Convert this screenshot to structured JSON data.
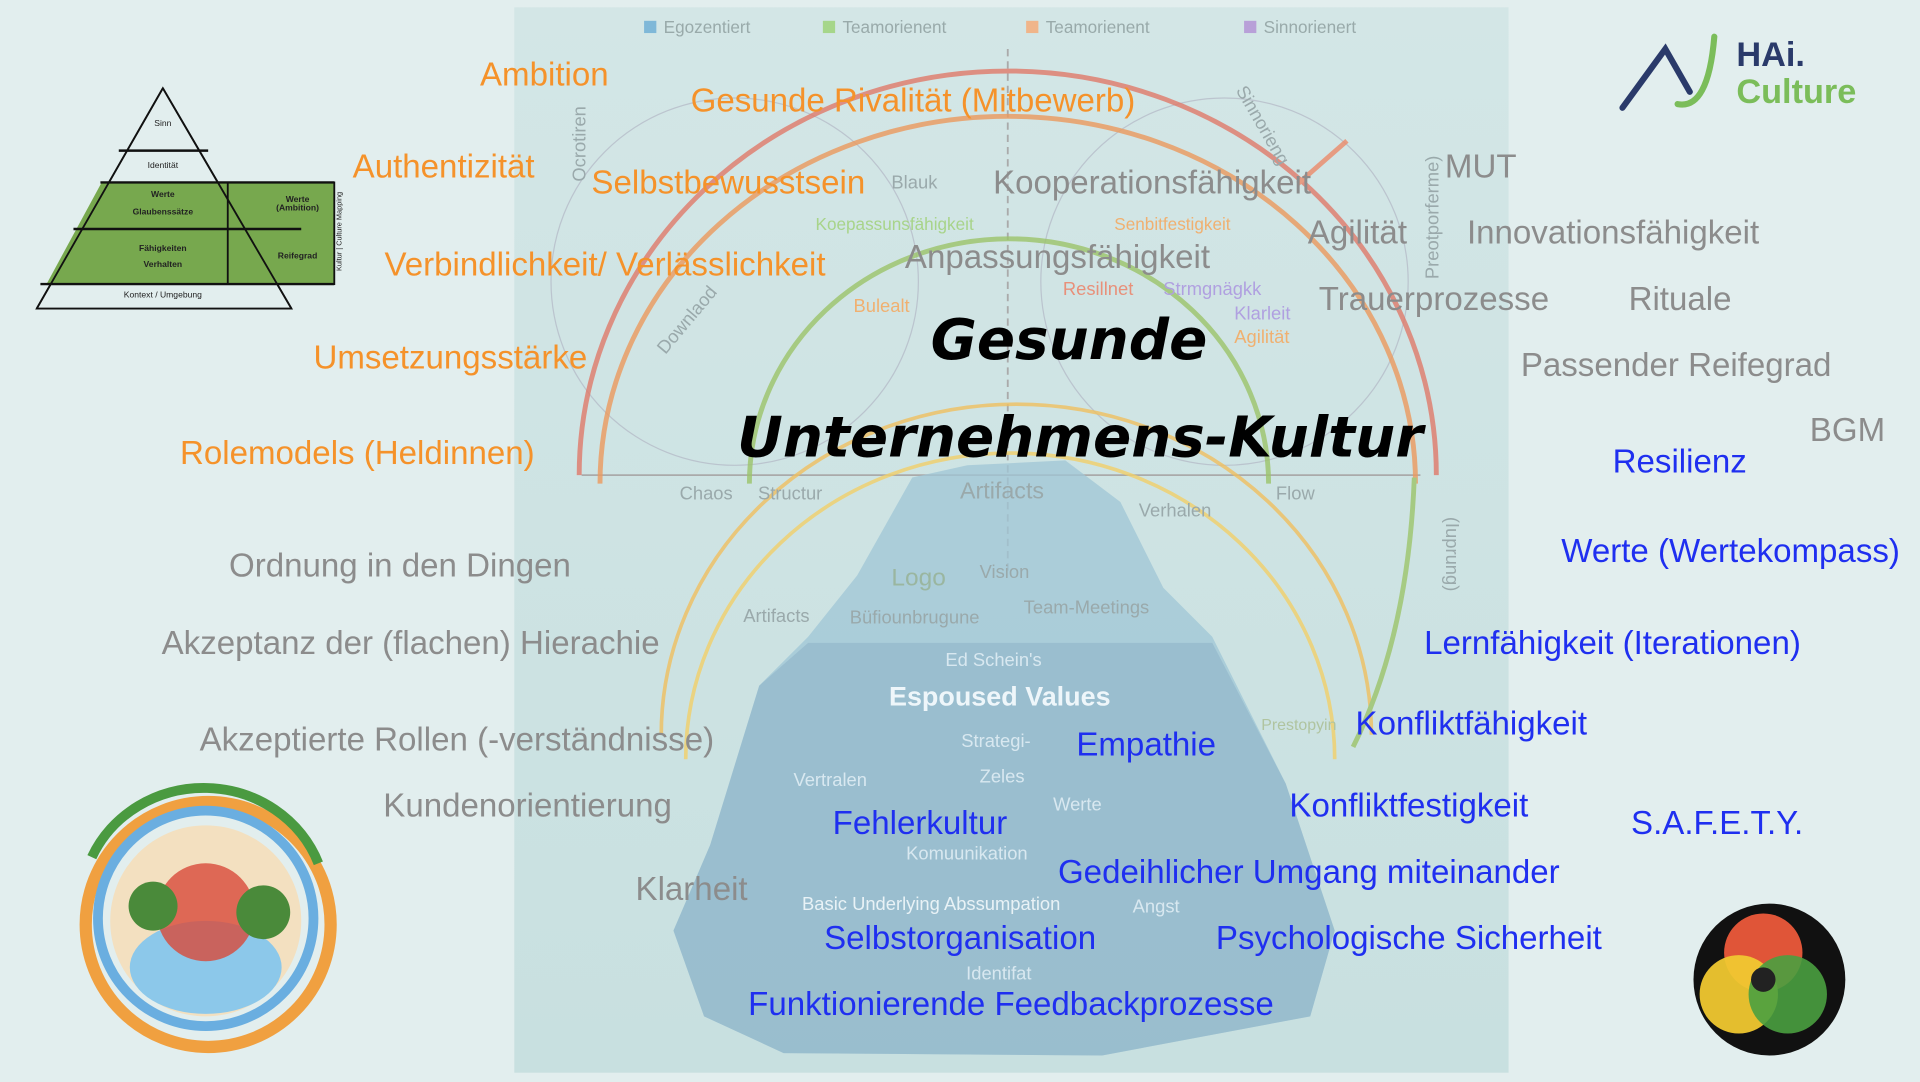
{
  "title": {
    "line1": "Gesunde",
    "line2": "Unternehmens-Kultur"
  },
  "logo": {
    "line1": "HAi.",
    "line2": "Culture"
  },
  "legend": [
    "Egozentiert",
    "Teamorienent",
    "Teamorienent",
    "Sinnorienert"
  ],
  "pyramid": {
    "levels": [
      "Sinn",
      "Identität",
      "Werte",
      "Glaubenssätze",
      "Fähigkeiten",
      "Verhalten",
      "Kontext / Umgebung"
    ],
    "side": [
      "Werte (Ambition)",
      "Reifegrad"
    ],
    "vertical": "Kultur | Culture Mapping"
  },
  "orange": [
    "Ambition",
    "Gesunde Rivalität (Mitbewerb)",
    "Authentizität",
    "Selbstbewusstsein",
    "Verbindlichkeit/ Verlässlichkeit",
    "Umsetzungsstärke",
    "Rolemodels (Heldinnen)"
  ],
  "gray": [
    "Kooperationsfähigkeit",
    "MUT",
    "Agilität",
    "Innovationsfähigkeit",
    "Anpassungsfähigkeit",
    "Trauerprozesse",
    "Rituale",
    "Passender Reifegrad",
    "BGM",
    "Ordnung in den Dingen",
    "Akzeptanz der (flachen) Hierachie",
    "Akzeptierte Rollen (-verständnisse)",
    "Kundenorientierung",
    "Klarheit"
  ],
  "blue": [
    "Resilienz",
    "Werte (Wertekompass)",
    "Lernfähigkeit (Iterationen)",
    "Konfliktfähigkeit",
    "Empathie",
    "Konfliktfestigkeit",
    "S.A.F.E.T.Y.",
    "Fehlerkultur",
    "Gedeihlicher Umgang miteinander",
    "Selbstorganisation",
    "Psychologische Sicherheit",
    "Funktionierende Feedbackprozesse"
  ],
  "background_labels": [
    "Blauk",
    "Koepassunsfähigkeit",
    "Senbitfestigkeit",
    "Resillnet",
    "Strmgnägkk",
    "Bulealt",
    "Agilität",
    "Klarleit",
    "Chaos",
    "Structur",
    "Flow",
    "Artifacts",
    "Verhalen",
    "Vision",
    "Logo",
    "Artifacts",
    "Büfiounbrugune",
    "Team-Meetings",
    "Ed Schein's",
    "Espoused Values",
    "Strategi-",
    "Zeles",
    "Vertralen",
    "Werte",
    "Komuunikation",
    "Basic Underlying Abssumpation",
    "Angst",
    "Identifat",
    "Prestopyin",
    "Downlaod",
    "Ocrotiren",
    "Preotporferme)",
    "(Iuprung)",
    "Sinnorieng"
  ],
  "colors": {
    "orange": "#f5922a",
    "gray": "#8c8c8c",
    "blue": "#1f2ff0",
    "red_arc": "#e07a6a",
    "green": "#7bad4a"
  }
}
